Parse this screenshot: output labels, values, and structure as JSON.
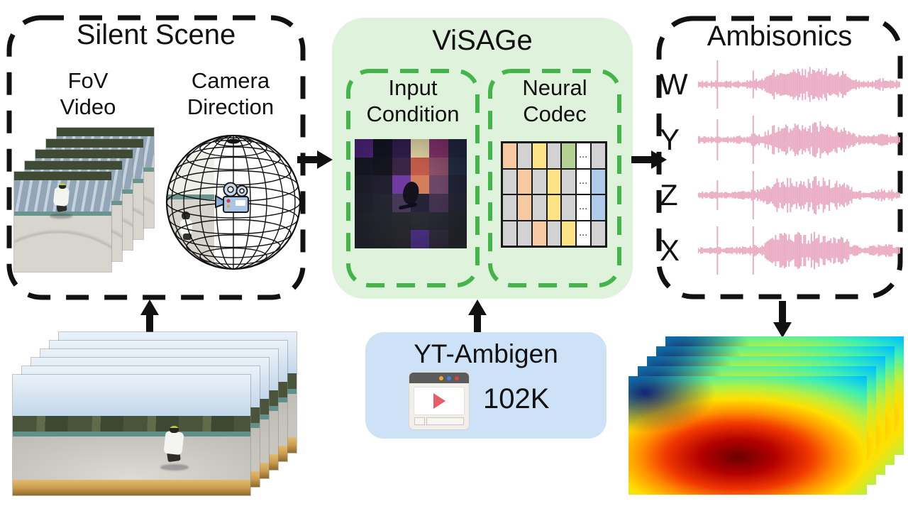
{
  "silent_scene": {
    "title": "Silent Scene",
    "fov_video_label": "FoV\nVideo",
    "camera_direction_label": "Camera\nDirection",
    "fov_frame_count": 5
  },
  "visage": {
    "title": "ViSAGe",
    "input_condition_label": "Input\nCondition",
    "neural_codec_label": "Neural\nCodec",
    "codec": {
      "ellipsis": "...",
      "palette": {
        "P": "#F7C9A3",
        "G": "#D2D2D2",
        "Y": "#FCE486",
        "N": "#B5D093",
        "B": "#AECBEA",
        "W": "#FFFFFF"
      },
      "grid": [
        [
          "P",
          "G",
          "Y",
          "G",
          "N",
          "W",
          "G"
        ],
        [
          "G",
          "P",
          "G",
          "Y",
          "G",
          "W",
          "B"
        ],
        [
          "G",
          "P",
          "G",
          "Y",
          "G",
          "W",
          "B"
        ],
        [
          "G",
          "G",
          "P",
          "G",
          "Y",
          "W",
          "G"
        ]
      ]
    },
    "input_patches": [
      [
        "#50257B",
        "#131320",
        "#2E1C49",
        "#DACFA0",
        "#7F2F66",
        "#20263E"
      ],
      [
        "#191925",
        "#15151F",
        "#3A2547",
        "#C05A49",
        "#8A4E68",
        "#232C42"
      ],
      [
        "#1F1F2B",
        "#222030",
        "#6F3BA0",
        "#D57E5C",
        "#6E4668",
        "#242438"
      ],
      [
        "#232330",
        "#252532",
        "#453858",
        "#262238",
        "#443350",
        "#262636"
      ],
      [
        "#26262F",
        "#272730",
        "#292931",
        "#2B2B33",
        "#2A2A34",
        "#27272F"
      ],
      [
        "#28282F",
        "#292930",
        "#2B2B31",
        "#4F338A",
        "#332E40",
        "#29292F"
      ]
    ]
  },
  "ambisonics": {
    "title": "Ambisonics",
    "channels": [
      "W",
      "Y",
      "Z",
      "X"
    ],
    "waveform_color": "#E9A9C1"
  },
  "dataset": {
    "title": "YT-Ambigen",
    "count": "102K"
  },
  "stacks": {
    "panorama_frames": 6,
    "heatmap_frames": 5
  },
  "colors": {
    "visage_fill": "#DFF2DB",
    "visage_border": "#44B54A",
    "dataset_fill": "#CDE2F6",
    "outline": "#111111"
  }
}
